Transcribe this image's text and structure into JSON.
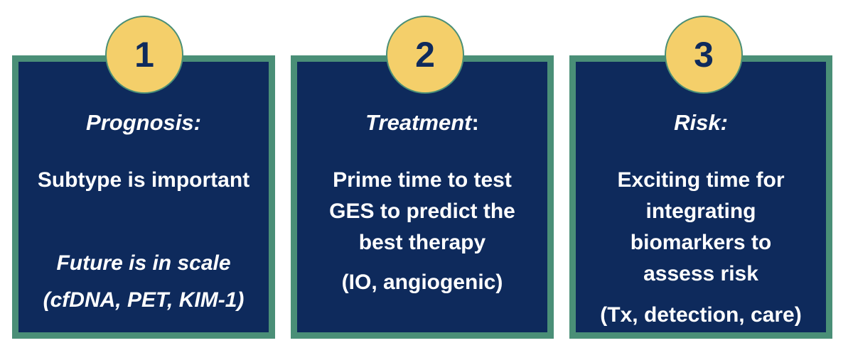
{
  "panels": [
    {
      "number": "1",
      "heading": "Prognosis:",
      "heading_suffix": "",
      "body": "Subtype is important",
      "note_line1": "Future is in scale",
      "note_line2": "(cfDNA, PET, KIM-1)"
    },
    {
      "number": "2",
      "heading": "Treatment",
      "heading_suffix": ":",
      "body_line1": "Prime time to test",
      "body_line2": "GES to predict the",
      "body_line3": "best therapy",
      "note": "(IO, angiogenic)"
    },
    {
      "number": "3",
      "heading": "Risk:",
      "heading_suffix": "",
      "body_line1": "Exciting time for",
      "body_line2": "integrating",
      "body_line3": "biomarkers to",
      "body_line4": "assess risk",
      "note": "(Tx, detection, care)"
    }
  ],
  "colors": {
    "panel_bg": "#0e2a5c",
    "panel_border": "#4a8f77",
    "badge_bg": "#f4cf6a",
    "text": "#ffffff"
  }
}
